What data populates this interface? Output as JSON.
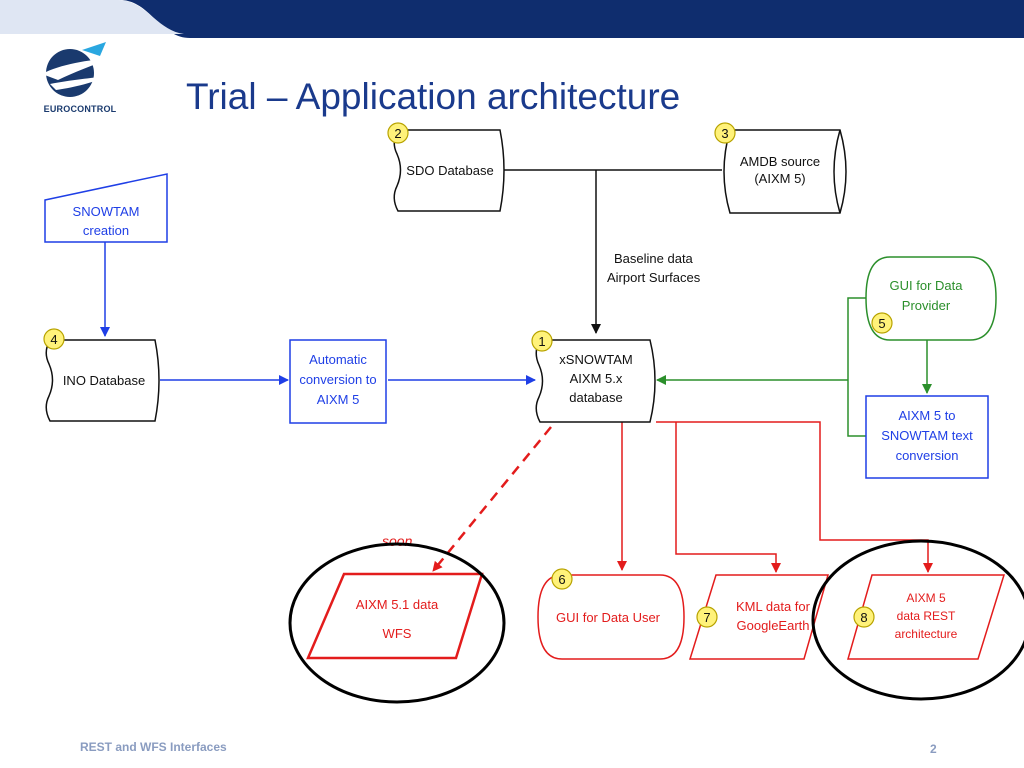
{
  "slide": {
    "title": "Trial – Application architecture",
    "logo_text": "EUROCONTROL",
    "footer_left": "REST and WFS Interfaces",
    "page_number": "2"
  },
  "colors": {
    "header_bar": "#0f2d6e",
    "title": "#1a3a8c",
    "blue": "#1f3fe6",
    "green": "#2b8f2b",
    "red": "#e31c1c",
    "badge_fill": "#fff27a",
    "badge_stroke": "#b8a300"
  },
  "nodes": {
    "sdo_badge": "2",
    "sdo_label": "SDO Database",
    "amdb_badge": "3",
    "amdb_line1": "AMDB source",
    "amdb_line2": "(AIXM 5)",
    "snowtam_line1": "SNOWTAM",
    "snowtam_line2": "creation",
    "ino_badge": "4",
    "ino_label": "INO Database",
    "auto_line1": "Automatic",
    "auto_line2": "conversion to",
    "auto_line3": "AIXM 5",
    "xsnow_badge": "1",
    "xsnow_line1": "xSNOWTAM",
    "xsnow_line2": "AIXM 5.x",
    "xsnow_line3": "database",
    "baseline_line1": "Baseline data",
    "baseline_line2": "Airport Surfaces",
    "gui_provider_line1": "GUI for Data",
    "gui_provider_line2": "Provider",
    "gui_provider_badge": "5",
    "aixm_conv_line1": "AIXM 5 to",
    "aixm_conv_line2": "SNOWTAM text",
    "aixm_conv_line3": "conversion",
    "soon_label": "soon",
    "wfs_line1": "AIXM 5.1 data",
    "wfs_line2": "WFS",
    "gui_user_badge": "6",
    "gui_user_label": "GUI for Data User",
    "kml_badge": "7",
    "kml_line1": "KML data for",
    "kml_line2": "GoogleEarth",
    "rest_badge": "8",
    "rest_line1": "AIXM 5",
    "rest_line2": "data  REST",
    "rest_line3": "architecture"
  }
}
